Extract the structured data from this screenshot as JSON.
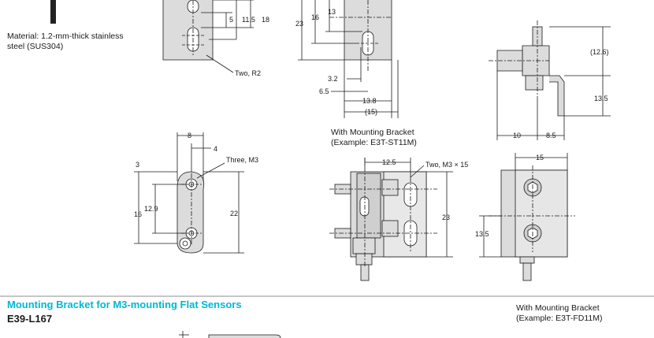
{
  "colors": {
    "heading": "#00b8d4",
    "part_fill": "#dcdcdc",
    "line": "#1a1a1a",
    "rule": "#8c8c8c"
  },
  "material_note": {
    "line1": "Material: 1.2-mm-thick stainless",
    "line2": "steel (SUS304)"
  },
  "views": {
    "top_left": {
      "dims": [
        "5",
        "11.5",
        "18"
      ],
      "callout": "Two, R2"
    },
    "top_middle": {
      "dims": [
        "13",
        "16",
        "23",
        "3.2",
        "6.5",
        "13.8",
        "(15)"
      ]
    },
    "top_right": {
      "dims": [
        "(12.6)",
        "13.5",
        "10",
        "8.5"
      ]
    },
    "plate": {
      "dims": [
        "8",
        "4",
        "3",
        "12.9",
        "16",
        "22"
      ],
      "callout": "Three, M3"
    },
    "bracket_front": {
      "caption_line1": "With Mounting Bracket",
      "caption_line2": "(Example: E3T-ST11M)",
      "dims": [
        "12.5",
        "23"
      ],
      "callout": "Two, M3 × 15"
    },
    "bracket_side": {
      "dims": [
        "15",
        "13.5"
      ]
    }
  },
  "section": {
    "title": "Mounting Bracket for M3-mounting Flat Sensors",
    "model": "E39-L167",
    "caption_line1": "With Mounting Bracket",
    "caption_line2": "(Example: E3T-FD11M)"
  }
}
